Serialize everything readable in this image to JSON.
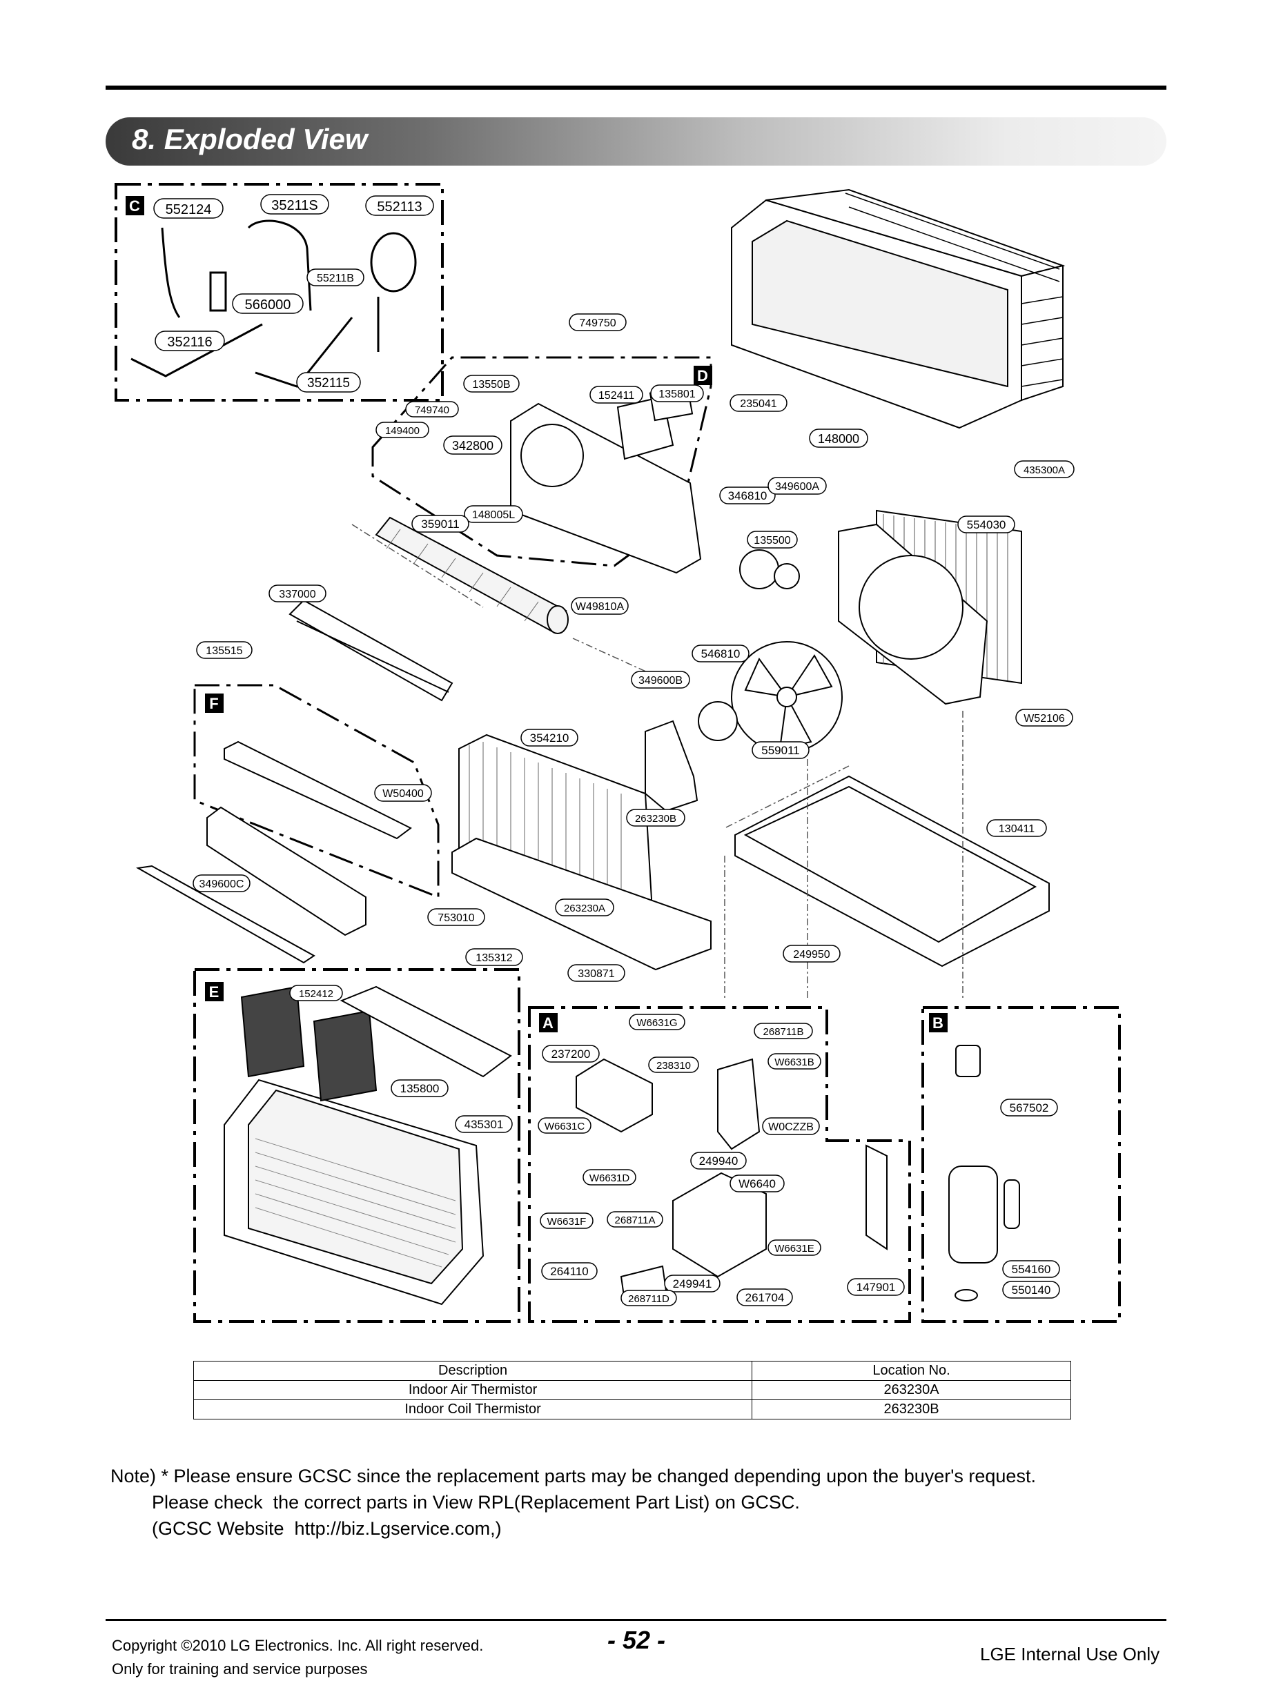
{
  "section_title": "8. Exploded View",
  "group_labels": {
    "a": "A",
    "b": "B",
    "c": "C",
    "d": "D",
    "e": "E",
    "f": "F"
  },
  "part_labels": {
    "p552124": "552124",
    "p35211S": "35211S",
    "p552113": "552113",
    "p55211B": "55211B",
    "p566000": "566000",
    "p352116": "352116",
    "p352115": "352115",
    "p749750": "749750",
    "p13550B": "13550B",
    "p749740": "749740",
    "p149400": "149400",
    "p342800": "342800",
    "p152411": "152411",
    "p135801": "135801",
    "p235041": "235041",
    "p148000": "148000",
    "p435300A": "435300A",
    "p346810": "346810",
    "p349600A": "349600A",
    "p148005L": "148005L",
    "p359011": "359011",
    "p135500": "135500",
    "p554030": "554030",
    "p337000": "337000",
    "pW49810A": "W49810A",
    "p135515": "135515",
    "p546810": "546810",
    "p349600B": "349600B",
    "pW52106": "W52106",
    "p354210": "354210",
    "p559011": "559011",
    "pW50400": "W50400",
    "p263230B": "263230B",
    "p130411": "130411",
    "p349600C": "349600C",
    "p263230A": "263230A",
    "p753010": "753010",
    "p135312": "135312",
    "p330871": "330871",
    "p249950": "249950",
    "p152412": "152412",
    "pW6631G": "W6631G",
    "p268711B": "268711B",
    "p237200": "237200",
    "p238310": "238310",
    "pW6631B": "W6631B",
    "p135800": "135800",
    "p435301": "435301",
    "pW6631C": "W6631C",
    "pW0CZZB": "W0CZZB",
    "p567502": "567502",
    "p249940": "249940",
    "pW6631D": "W6631D",
    "pW6640": "W6640",
    "pW6631F": "W6631F",
    "p268711A": "268711A",
    "pW6631E": "W6631E",
    "p264110": "264110",
    "p249941": "249941",
    "p268711D": "268711D",
    "p261704": "261704",
    "p147901": "147901",
    "p554160": "554160",
    "p550140": "550140"
  },
  "parts_table": {
    "headers": [
      "Description",
      "Location No."
    ],
    "rows": [
      [
        "Indoor Air Thermistor",
        "263230A"
      ],
      [
        "Indoor Coil Thermistor",
        "263230B"
      ]
    ]
  },
  "note": {
    "line1": "Note) * Please ensure GCSC since the replacement parts may be changed depending upon the buyer's request.",
    "line2": "        Please check  the correct parts in View RPL(Replacement Part List) on GCSC.",
    "line3": "        (GCSC Website  http://biz.Lgservice.com,)"
  },
  "footer": {
    "copyright": "Copyright ©2010 LG Electronics. Inc. All right reserved.",
    "training": "Only for training and service purposes",
    "page_number": "- 52 -",
    "internal": "LGE Internal Use Only"
  }
}
